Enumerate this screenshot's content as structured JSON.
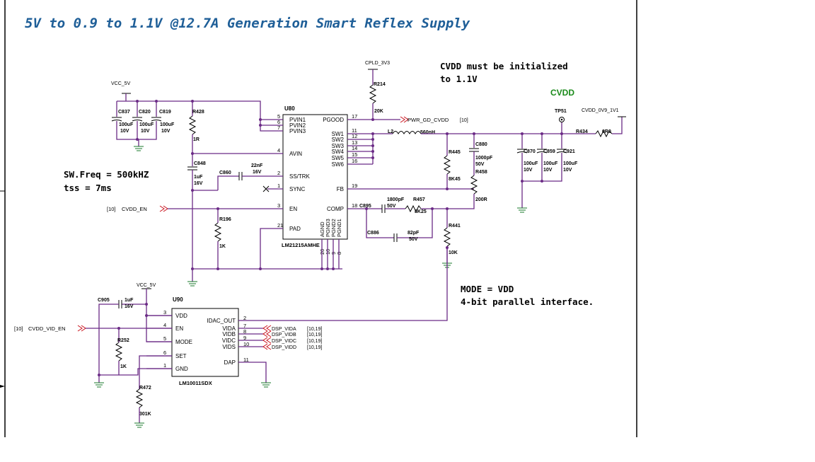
{
  "title": "5V to 0.9 to 1.1V @12.7A Generation Smart Reflex Supply",
  "notes": {
    "cvdd_init": "CVDD must be initialized\nto 1.1V",
    "cvdd_heading": "CVDD",
    "sw_freq": "SW.Freq = 500kHZ",
    "tss": "tss = 7ms",
    "mode": "MODE = VDD",
    "mode_desc": "4-bit parallel interface."
  },
  "colors": {
    "wire": "#6b2b86",
    "net_label": "#c8101a",
    "heading_green": "#1a8a1a",
    "ground": "#1a7a2b"
  },
  "nets": {
    "vcc_5v_top": "VCC_5V",
    "vcc_5v_bottom": "VCC_5V",
    "cpld_3v3": "CPLD_3V3",
    "cvdd_out": "CVDD_0V9_1V1",
    "pgood_net": "PWR_GD_CVDD",
    "pgood_ref": "[10]",
    "cvdd_en_ref": "[10]",
    "cvdd_en": "CVDD_EN",
    "cvdd_vid_en_ref": "[10]",
    "cvdd_vid_en": "CVDD_VID_EN",
    "dsp_vida": "DSP_VIDA",
    "dsp_vidb": "DSP_VIDB",
    "dsp_vidc": "DSP_VIDC",
    "dsp_vidd": "DSP_VIDD",
    "dsp_ref_a": "[10,19]",
    "dsp_ref_b": "[10,19]",
    "dsp_ref_c": "[10,19]",
    "dsp_ref_d": "[10,19]"
  },
  "u80": {
    "ref": "U80",
    "part": "LM21215AMHE",
    "left_pins": [
      {
        "num": "5",
        "name": "PVIN1"
      },
      {
        "num": "6",
        "name": "PVIN2"
      },
      {
        "num": "7",
        "name": "PVIN3"
      },
      {
        "num": "4",
        "name": "AVIN"
      },
      {
        "num": "2",
        "name": "SS/TRK"
      },
      {
        "num": "1",
        "name": "SYNC"
      },
      {
        "num": "3",
        "name": "EN"
      },
      {
        "num": "21",
        "name": "PAD"
      }
    ],
    "right_pins": [
      {
        "num": "17",
        "name": "PGOOD"
      },
      {
        "num": "11",
        "name": "SW1"
      },
      {
        "num": "12",
        "name": "SW2"
      },
      {
        "num": "13",
        "name": "SW3"
      },
      {
        "num": "14",
        "name": "SW4"
      },
      {
        "num": "15",
        "name": "SW5"
      },
      {
        "num": "16",
        "name": "SW6"
      },
      {
        "num": "19",
        "name": "FB"
      },
      {
        "num": "18",
        "name": "COMP"
      }
    ],
    "bottom_pins": [
      {
        "num": "20",
        "name": "AGND"
      },
      {
        "num": "10",
        "name": "PGND3"
      },
      {
        "num": "9",
        "name": "PGND2"
      },
      {
        "num": "8",
        "name": "PGND1"
      }
    ]
  },
  "u90": {
    "ref": "U90",
    "part": "LM10011SDX",
    "left_pins": [
      {
        "num": "3",
        "name": "VDD"
      },
      {
        "num": "4",
        "name": "EN"
      },
      {
        "num": "5",
        "name": "MODE"
      },
      {
        "num": "6",
        "name": "SET"
      },
      {
        "num": "1",
        "name": "GND"
      }
    ],
    "right_pins": [
      {
        "num": "2",
        "name": "IDAC_OUT"
      },
      {
        "num": "7",
        "name": "VIDA"
      },
      {
        "num": "8",
        "name": "VIDB"
      },
      {
        "num": "9",
        "name": "VIDC"
      },
      {
        "num": "10",
        "name": "VIDS"
      },
      {
        "num": "11",
        "name": "DAP"
      }
    ]
  },
  "components": {
    "c837": {
      "ref": "C837",
      "val": "100uF",
      "v": "10V"
    },
    "c820": {
      "ref": "C820",
      "val": "100uF",
      "v": "10V"
    },
    "c819": {
      "ref": "C819",
      "val": "100uF",
      "v": "10V"
    },
    "r428": {
      "ref": "R428",
      "val": "1R"
    },
    "c848": {
      "ref": "C848",
      "val": "1uF",
      "v": "16V"
    },
    "c860": {
      "ref": "C860",
      "val": "22nF",
      "v": "16V"
    },
    "r196": {
      "ref": "R196",
      "val": "1K"
    },
    "r214": {
      "ref": "R214",
      "val": "20K"
    },
    "l2": {
      "ref": "L2",
      "val": "560nH"
    },
    "c880": {
      "ref": "C880",
      "val": "1000pF",
      "v": "50V"
    },
    "r445": {
      "ref": "R445",
      "val": "8K45"
    },
    "r458": {
      "ref": "R458",
      "val": "200R"
    },
    "c870": {
      "ref": "C870",
      "val": "100uF",
      "v": "10V"
    },
    "c859": {
      "ref": "C859",
      "val": "100uF",
      "v": "10V"
    },
    "c921": {
      "ref": "C921",
      "val": "100uF",
      "v": "10V"
    },
    "tp51": {
      "ref": "TP51"
    },
    "r434": {
      "ref": "R434",
      "val": "0R0"
    },
    "c895": {
      "ref": "C895",
      "val": "1800pF",
      "v": "50V"
    },
    "r457": {
      "ref": "R457",
      "val": "8K25"
    },
    "c886": {
      "ref": "C886",
      "val": "82pF",
      "v": "50V"
    },
    "r441": {
      "ref": "R441",
      "val": "10K"
    },
    "c905": {
      "ref": "C905",
      "val": "1uF",
      "v": "16V"
    },
    "r252": {
      "ref": "R252",
      "val": "1K"
    },
    "r472": {
      "ref": "R472",
      "val": "301K"
    }
  }
}
